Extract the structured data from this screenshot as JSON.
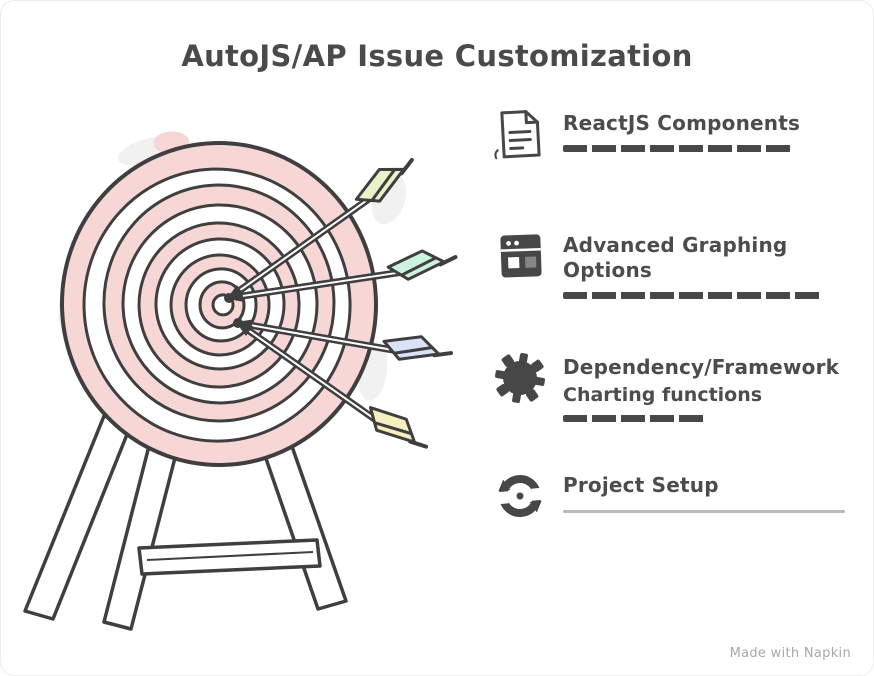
{
  "page": {
    "title": "AutoJS/AP Issue Customization",
    "watermark": "Made with Napkin"
  },
  "features": {
    "items": [
      {
        "icon": "document-icon",
        "title": "ReactJS Components"
      },
      {
        "icon": "panel-grid-icon",
        "title": "Advanced Graphing Options"
      },
      {
        "icon": "gear-icon",
        "title": "Dependency/Framework",
        "subtitle": "Charting functions"
      },
      {
        "icon": "sync-icon",
        "title": "Project Setup"
      }
    ]
  },
  "illustration": {
    "name": "target-with-arrows",
    "ring_color": "#f7d6d6",
    "outline_color": "#3f3f3f",
    "stand_color": "#ffffff",
    "fletching_colors": [
      "#e8f3c9",
      "#cdf3de",
      "#d9e3f8",
      "#f6f0bf"
    ]
  }
}
